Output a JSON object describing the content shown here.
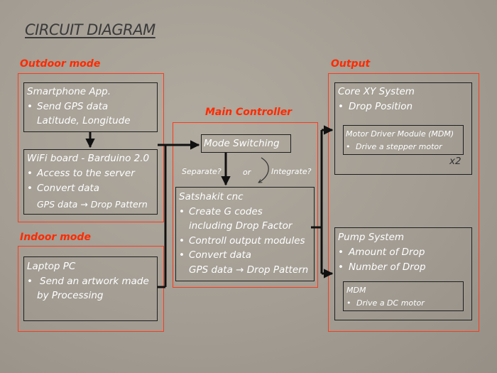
{
  "title": "CIRCUIT DIAGRAM",
  "sections": {
    "outdoor": "Outdoor mode",
    "indoor": "Indoor mode",
    "main": "Main Controller",
    "output": "Output"
  },
  "smartphone": {
    "title": "Smartphone App.",
    "bullet1": "Send GPS data",
    "line2": "Latitude, Longitude"
  },
  "wifi": {
    "title": "WiFi board - Barduino 2.0",
    "bullet1": "Access to the server",
    "bullet2": "Convert data",
    "line3": "GPS data → Drop Pattern"
  },
  "laptop": {
    "title": "Laptop PC",
    "bullet1": "Send an artwork made",
    "line2": "by Processing"
  },
  "mode_switching": "Mode Switching",
  "switch_labels": {
    "separate": "Separate?",
    "or": "or",
    "integrate": "Integrate?"
  },
  "cnc": {
    "title": "Satshakit cnc",
    "bullet1": "Create G codes",
    "line2": "including Drop Factor",
    "bullet3": "Controll output modules",
    "bullet4": "Convert data",
    "line5": "GPS data → Drop Pattern"
  },
  "corexy": {
    "title": "Core XY System",
    "bullet1": "Drop Position",
    "mdm_title": "Motor Driver Module (MDM)",
    "mdm_bullet": "Drive a stepper motor",
    "multiplier": "x2"
  },
  "pump": {
    "title": "Pump System",
    "bullet1": "Amount of Drop",
    "bullet2": "Number of Drop",
    "mdm_title": "MDM",
    "mdm_bullet": "Drive a DC motor"
  },
  "bullet": "•",
  "colors": {
    "accent": "#ff2a00",
    "background": "#a59f95",
    "box_border": "#1f1f1f"
  }
}
